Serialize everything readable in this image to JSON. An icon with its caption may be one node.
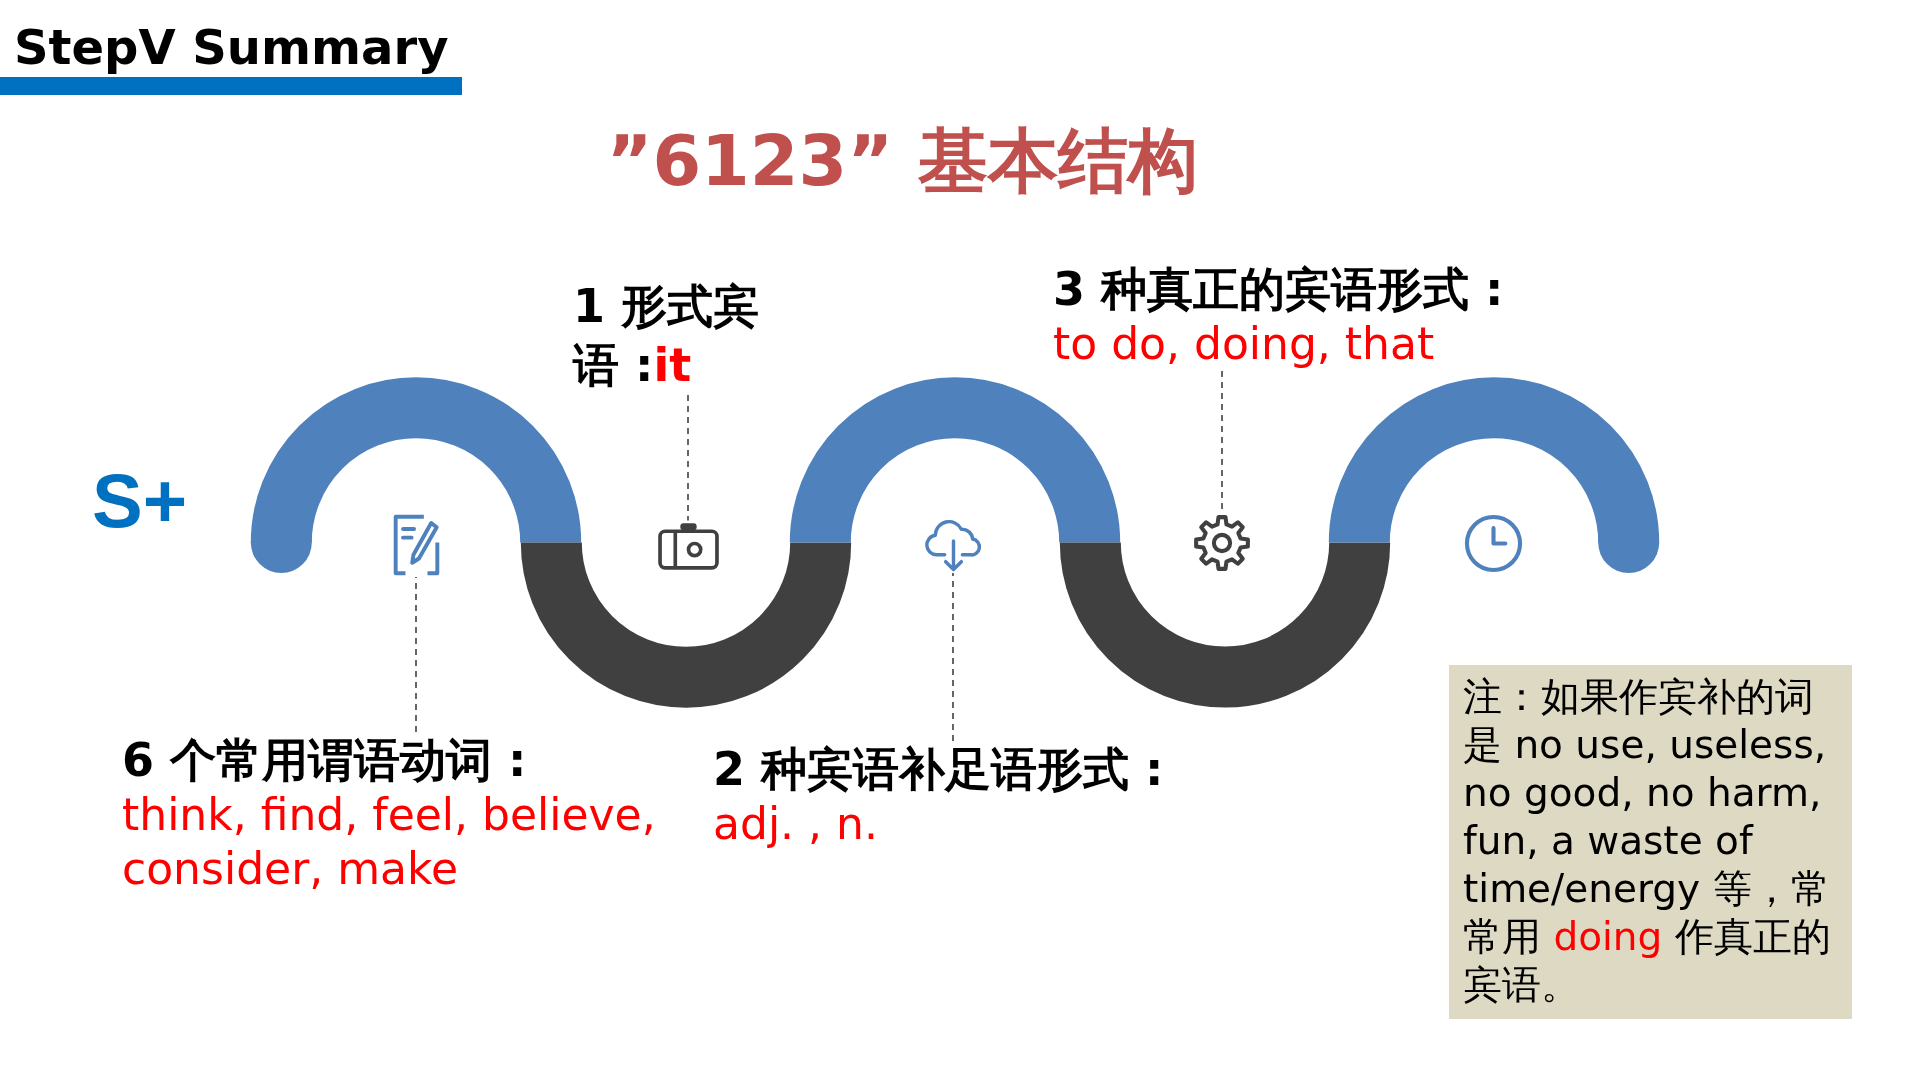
{
  "diagram": {
    "title": "”6123” 基本结构",
    "nodes": [
      {
        "text": [
          "1 形式宾语 :",
          "it"
        ]
      },
      {
        "text": [
          "3 种真正的宾语形式 :",
          "to do, doing, that"
        ]
      },
      {
        "text": [],
        "shape": "picture"
      },
      {
        "text": [],
        "shape": "picture"
      },
      {
        "text": [],
        "shape": "picture"
      },
      {
        "text": [],
        "shape": "picture"
      },
      {
        "text": [],
        "shape": "picture"
      },
      {
        "text": [
          "6 个常用谓语动词 :",
          "think, find, feel, believe, consider, make"
        ]
      },
      {
        "text": [
          "2 种宾语补足语形式 :",
          "adj. , n."
        ]
      },
      {
        "text": [
          "注：如果作宾补的词是 no use, useless, no good, no harm, fun, a waste of time/energy 等，常常用",
          "doing",
          "作真正的宾语。"
        ]
      }
    ],
    "edges": [
      {
        "from": 0,
        "to": 3,
        "arrow": "none",
        "style": "dashed"
      },
      {
        "from": 1,
        "to": 5,
        "arrow": "none",
        "style": "dashed"
      },
      {
        "from": 7,
        "to": 2,
        "arrow": "none",
        "style": "dashed"
      },
      {
        "from": 8,
        "to": 4,
        "arrow": "none",
        "style": "dashed"
      }
    ],
    "labels": [
      "StepV Summary",
      "S+"
    ]
  }
}
